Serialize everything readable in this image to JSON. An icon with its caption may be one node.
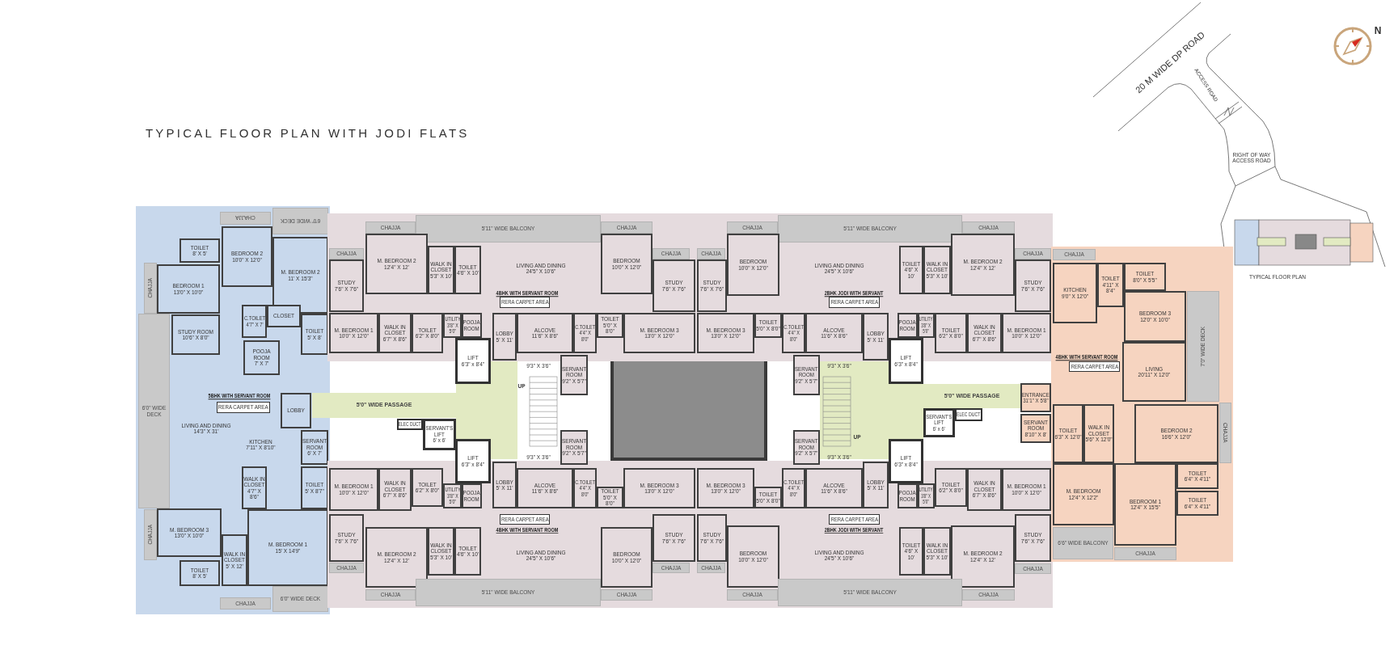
{
  "diagram": {
    "title": "TYPICAL FLOOR PLAN WITH JODI FLATS",
    "nodes": [
      {
        "text": [
          "5BHK WITH SERVANT ROOM"
        ]
      },
      {
        "text": [
          "RERA CARPET AREA"
        ],
        "in": 0
      },
      {
        "text": [
          "CHAJJA"
        ],
        "in": 0
      },
      {
        "text": [
          "6'0\" WIDE DECK"
        ],
        "in": 0
      },
      {
        "text": [
          "TOILET",
          "8' X 5'"
        ],
        "in": 0
      },
      {
        "text": [
          "BEDROOM 2",
          "10'0\" X 12'0\""
        ],
        "in": 0
      },
      {
        "text": [
          "M. BEDROOM 2",
          "11' X 15'3\""
        ],
        "in": 0
      },
      {
        "text": [
          "CHAJJA"
        ],
        "in": 0
      },
      {
        "text": [
          "BEDROOM 1",
          "13'0\" X 10'0\""
        ],
        "in": 0
      },
      {
        "text": [
          "C.TOILET",
          "4'7\" X 7'"
        ],
        "in": 0
      },
      {
        "text": [
          "CLOSET"
        ],
        "in": 0
      },
      {
        "text": [
          "TOILET",
          "5' X 8'"
        ],
        "in": 0
      },
      {
        "text": [
          "STUDY ROOM",
          "10'6\" X 8'0\""
        ],
        "in": 0
      },
      {
        "text": [
          "6'0\" WIDE DECK"
        ],
        "in": 0
      },
      {
        "text": [
          "POOJA ROOM",
          "7' X 7'"
        ],
        "in": 0
      },
      {
        "text": [
          "LIVING AND DINING",
          "14'3\" X 31'"
        ],
        "in": 0
      },
      {
        "text": [
          "LOBBY"
        ],
        "in": 0
      },
      {
        "text": [
          "KITCHEN",
          "7'11\" X 8'10\""
        ],
        "in": 0
      },
      {
        "text": [
          "SERVANT ROOM",
          "6' X 7'"
        ],
        "in": 0
      },
      {
        "text": [
          "WALK IN CLOSET",
          "4'7\" X 8'6\""
        ],
        "in": 0
      },
      {
        "text": [
          "TOILET",
          "5' X 8'7\""
        ],
        "in": 0
      },
      {
        "text": [
          "CHAJJA"
        ],
        "in": 0
      },
      {
        "text": [
          "M. BEDROOM 3",
          "13'0\" X 10'0\""
        ],
        "in": 0
      },
      {
        "text": [
          "WALK IN CLOSET",
          "5' X 12'"
        ],
        "in": 0
      },
      {
        "text": [
          "M. BEDROOM 1",
          "15' X 14'9\""
        ],
        "in": 0
      },
      {
        "text": [
          "TOILET",
          "8' X 5'"
        ],
        "in": 0
      },
      {
        "text": [
          "CHAJJA"
        ],
        "in": 0
      },
      {
        "text": [
          "6'0\" WIDE DECK"
        ],
        "in": 0
      },
      {
        "text": [
          "4BHK WITH SERVANT ROOM"
        ]
      },
      {
        "text": [
          "RERA CARPET AREA"
        ],
        "in": 28
      },
      {
        "text": [
          "CHAJJA"
        ],
        "in": 28
      },
      {
        "text": [
          "5'11\" WIDE BALCONY"
        ],
        "in": 28
      },
      {
        "text": [
          "CHAJJA"
        ],
        "in": 28
      },
      {
        "text": [
          "CHAJJA"
        ],
        "in": 28
      },
      {
        "text": [
          "STUDY",
          "7'6\" X 7'6\""
        ],
        "in": 28
      },
      {
        "text": [
          "M. BEDROOM 2",
          "12'4\" X 12'"
        ],
        "in": 28
      },
      {
        "text": [
          "WALK IN CLOSET",
          "5'3\" X 10'"
        ],
        "in": 28
      },
      {
        "text": [
          "TOILET",
          "4'6\" X 10'"
        ],
        "in": 28
      },
      {
        "text": [
          "LIVING AND DINING",
          "24'5\" X 10'6\""
        ],
        "in": 28
      },
      {
        "text": [
          "BEDROOM",
          "10'0\" X 12'0\""
        ],
        "in": 28
      },
      {
        "text": [
          "CHAJJA"
        ],
        "in": 28
      },
      {
        "text": [
          "STUDY",
          "7'6\" X 7'6\""
        ],
        "in": 28
      },
      {
        "text": [
          "M. BEDROOM 1",
          "10'0\" X 12'0\""
        ],
        "in": 28
      },
      {
        "text": [
          "WALK IN CLOSET",
          "6'7\" X 8'6\""
        ],
        "in": 28
      },
      {
        "text": [
          "TOILET",
          "6'2\" X 8'0\""
        ],
        "in": 28
      },
      {
        "text": [
          "UTILITY",
          "3'8\" X 5'0\""
        ],
        "in": 28
      },
      {
        "text": [
          "POOJA ROOM"
        ],
        "in": 28
      },
      {
        "text": [
          "LOBBY",
          "5' X 11'"
        ],
        "in": 28
      },
      {
        "text": [
          "ALCOVE",
          "11'6\" X 8'6\""
        ],
        "in": 28
      },
      {
        "text": [
          "C.TOILET",
          "4'4\" X 8'0\""
        ],
        "in": 28
      },
      {
        "text": [
          "TOILET",
          "5'0\" X 8'0\""
        ],
        "in": 28
      },
      {
        "text": [
          "M. BEDROOM 3",
          "13'0\" X 12'0\""
        ],
        "in": 28
      },
      {
        "text": [
          "LIFT",
          "6'3\" x 8'4\""
        ]
      },
      {
        "text": [
          "SERVANT ROOM",
          "9'2\" X 5'7\""
        ]
      },
      {
        "text": [
          "5'0\" WIDE PASSAGE"
        ]
      },
      {
        "text": [
          "ELEC DUCT"
        ]
      },
      {
        "text": [
          "SERVANT'S LIFT",
          "6' x 6'"
        ]
      },
      {
        "text": [
          "LIFT",
          "6'3\" x 8'4\""
        ]
      },
      {
        "text": [
          "SERVANT ROOM",
          "9'2\" X 5'7\""
        ]
      },
      {
        "text": [
          "4BHK WITH SERVANT ROOM"
        ]
      },
      {
        "text": [
          "RERA CARPET AREA"
        ],
        "in": 59
      },
      {
        "text": [
          "M. BEDROOM 1",
          "10'0\" X 12'0\""
        ],
        "in": 59
      },
      {
        "text": [
          "WALK IN CLOSET",
          "6'7\" X 8'6\""
        ],
        "in": 59
      },
      {
        "text": [
          "TOILET",
          "6'2\" X 8'0\""
        ],
        "in": 59
      },
      {
        "text": [
          "UTILITY",
          "3'8\" X 5'0\""
        ],
        "in": 59
      },
      {
        "text": [
          "POOJA ROOM"
        ],
        "in": 59
      },
      {
        "text": [
          "LOBBY",
          "5' X 11'"
        ],
        "in": 59
      },
      {
        "text": [
          "ALCOVE",
          "11'6\" X 8'6\""
        ],
        "in": 59
      },
      {
        "text": [
          "C.TOILET",
          "4'4\" X 8'0\""
        ],
        "in": 59
      },
      {
        "text": [
          "TOILET",
          "5'0\" X 8'0\""
        ],
        "in": 59
      },
      {
        "text": [
          "M. BEDROOM 3",
          "13'0\" X 12'0\""
        ],
        "in": 59
      },
      {
        "text": [
          "STUDY",
          "7'6\" X 7'6\""
        ],
        "in": 59
      },
      {
        "text": [
          "M. BEDROOM 2",
          "12'4\" X 12'"
        ],
        "in": 59
      },
      {
        "text": [
          "WALK IN CLOSET",
          "5'3\" X 10'"
        ],
        "in": 59
      },
      {
        "text": [
          "TOILET",
          "4'6\" X 10'"
        ],
        "in": 59
      },
      {
        "text": [
          "LIVING AND DINING",
          "24'5\" X 10'6\""
        ],
        "in": 59
      },
      {
        "text": [
          "BEDROOM",
          "10'0\" X 12'0\""
        ],
        "in": 59
      },
      {
        "text": [
          "STUDY",
          "7'6\" X 7'6\""
        ],
        "in": 59
      },
      {
        "text": [
          "CHAJJA"
        ],
        "in": 59
      },
      {
        "text": [
          "CHAJJA"
        ],
        "in": 59
      },
      {
        "text": [
          "CHAJJA"
        ],
        "in": 59
      },
      {
        "text": [
          "5'11\" WIDE BALCONY"
        ],
        "in": 59
      },
      {
        "text": [
          "CHAJJA"
        ],
        "in": 59
      },
      {
        "text": [
          "2BHK JODI WITH SERVANT"
        ]
      },
      {
        "text": [
          "RERA CARPET AREA"
        ],
        "in": 83
      },
      {
        "text": [
          "CHAJJA"
        ],
        "in": 83
      },
      {
        "text": [
          "5'11\" WIDE BALCONY"
        ],
        "in": 83
      },
      {
        "text": [
          "CHAJJA"
        ],
        "in": 83
      },
      {
        "text": [
          "CHAJJA"
        ],
        "in": 83
      },
      {
        "text": [
          "STUDY",
          "7'6\" X 7'6\""
        ],
        "in": 83
      },
      {
        "text": [
          "BEDROOM",
          "10'0\" X 12'0\""
        ],
        "in": 83
      },
      {
        "text": [
          "LIVING AND DINING",
          "24'5\" X 10'6\""
        ],
        "in": 83
      },
      {
        "text": [
          "TOILET",
          "4'6\" X 10'"
        ],
        "in": 83
      },
      {
        "text": [
          "WALK IN CLOSET",
          "5'3\" X 10'"
        ],
        "in": 83
      },
      {
        "text": [
          "M. BEDROOM 2",
          "12'4\" X 12'"
        ],
        "in": 83
      },
      {
        "text": [
          "CHAJJA"
        ],
        "in": 83
      },
      {
        "text": [
          "STUDY",
          "7'6\" X 7'6\""
        ],
        "in": 83
      },
      {
        "text": [
          "M. BEDROOM 3",
          "13'0\" X 12'0\""
        ],
        "in": 83
      },
      {
        "text": [
          "TOILET",
          "5'0\" X 8'0\""
        ],
        "in": 83
      },
      {
        "text": [
          "C.TOILET",
          "4'4\" X 8'0\""
        ],
        "in": 83
      },
      {
        "text": [
          "ALCOVE",
          "11'6\" X 8'6\""
        ],
        "in": 83
      },
      {
        "text": [
          "LOBBY",
          "5' X 11'"
        ],
        "in": 83
      },
      {
        "text": [
          "POOJA ROOM"
        ],
        "in": 83
      },
      {
        "text": [
          "UTILITY",
          "3'8\" X 5'0\""
        ],
        "in": 83
      },
      {
        "text": [
          "TOILET",
          "6'2\" X 8'0\""
        ],
        "in": 83
      },
      {
        "text": [
          "WALK IN CLOSET",
          "6'7\" X 8'6\""
        ],
        "in": 83
      },
      {
        "text": [
          "M. BEDROOM 1",
          "10'0\" X 12'0\""
        ],
        "in": 83
      },
      {
        "text": [
          "SERVANT ROOM",
          "9'2\" X 5'7\""
        ]
      },
      {
        "text": [
          "LIFT",
          "6'3\" x 8'4\""
        ]
      },
      {
        "text": [
          "5'0\" WIDE PASSAGE"
        ]
      },
      {
        "text": [
          "SERVANT'S LIFT",
          "6' x 6'"
        ]
      },
      {
        "text": [
          "ELEC DUCT"
        ]
      },
      {
        "text": [
          "LIFT",
          "6'3\" x 8'4\""
        ]
      },
      {
        "text": [
          "SERVANT ROOM",
          "9'2\" X 5'7\""
        ]
      },
      {
        "text": [
          "2BHK JODI WITH SERVANT"
        ]
      },
      {
        "text": [
          "RERA CARPET AREA"
        ],
        "in": 114
      },
      {
        "text": [
          "M. BEDROOM 3",
          "13'0\" X 12'0\""
        ],
        "in": 114
      },
      {
        "text": [
          "TOILET",
          "5'0\" X 8'0\""
        ],
        "in": 114
      },
      {
        "text": [
          "C.TOILET",
          "4'4\" X 8'0\""
        ],
        "in": 114
      },
      {
        "text": [
          "ALCOVE",
          "11'6\" X 8'6\""
        ],
        "in": 114
      },
      {
        "text": [
          "LOBBY",
          "5' X 11'"
        ],
        "in": 114
      },
      {
        "text": [
          "POOJA ROOM"
        ],
        "in": 114
      },
      {
        "text": [
          "UTILITY",
          "3'8\" X 5'0\""
        ],
        "in": 114
      },
      {
        "text": [
          "TOILET",
          "6'2\" X 8'0\""
        ],
        "in": 114
      },
      {
        "text": [
          "WALK IN CLOSET",
          "6'7\" X 8'6\""
        ],
        "in": 114
      },
      {
        "text": [
          "M. BEDROOM 1",
          "10'0\" X 12'0\""
        ],
        "in": 114
      },
      {
        "text": [
          "STUDY",
          "7'6\" X 7'6\""
        ],
        "in": 114
      },
      {
        "text": [
          "BEDROOM",
          "10'0\" X 12'0\""
        ],
        "in": 114
      },
      {
        "text": [
          "LIVING AND DINING",
          "24'5\" X 10'6\""
        ],
        "in": 114
      },
      {
        "text": [
          "TOILET",
          "4'6\" X 10'"
        ],
        "in": 114
      },
      {
        "text": [
          "WALK IN CLOSET",
          "5'3\" X 10'"
        ],
        "in": 114
      },
      {
        "text": [
          "M. BEDROOM 2",
          "12'4\" X 12'"
        ],
        "in": 114
      },
      {
        "text": [
          "STUDY",
          "7'6\" X 7'6\""
        ],
        "in": 114
      },
      {
        "text": [
          "CHAJJA"
        ],
        "in": 114
      },
      {
        "text": [
          "CHAJJA"
        ],
        "in": 114
      },
      {
        "text": [
          "CHAJJA"
        ],
        "in": 114
      },
      {
        "text": [
          "5'11\" WIDE BALCONY"
        ],
        "in": 114
      },
      {
        "text": [
          "CHAJJA"
        ],
        "in": 114
      },
      {
        "text": [
          "ENTRANCE",
          "31'1\" X 5'8\""
        ]
      },
      {
        "text": [
          "SERVANT ROOM",
          "8'10\" X 8'"
        ]
      },
      {
        "text": [
          "4BHK WITH SERVANT ROOM"
        ]
      },
      {
        "text": [
          "RERA CARPET AREA"
        ],
        "in": 140
      },
      {
        "text": [
          "CHAJJA"
        ],
        "in": 140
      },
      {
        "text": [
          "KITCHEN",
          "9'0\" X 12'0\""
        ],
        "in": 140
      },
      {
        "text": [
          "TOILET",
          "4'11\" X 8'4\""
        ],
        "in": 140
      },
      {
        "text": [
          "TOILET",
          "8'0\" X 5'5\""
        ],
        "in": 140
      },
      {
        "text": [
          "BEDROOM 3",
          "12'0\" X 10'0\""
        ],
        "in": 140
      },
      {
        "text": [
          "LIVING",
          "20'11\" X 12'0\""
        ],
        "in": 140
      },
      {
        "text": [
          "7'0\" WIDE DECK"
        ],
        "in": 140
      },
      {
        "text": [
          "TOILET",
          "6'3\" X 12'0\""
        ],
        "in": 140
      },
      {
        "text": [
          "WALK IN CLOSET",
          "5'6\" X 12'0\""
        ],
        "in": 140
      },
      {
        "text": [
          "BEDROOM 2",
          "16'6\" X 12'0\""
        ],
        "in": 140
      },
      {
        "text": [
          "CHAJJA"
        ],
        "in": 140
      },
      {
        "text": [
          "M. BEDROOM",
          "12'4\" X 12'2\""
        ],
        "in": 140
      },
      {
        "text": [
          "BEDROOM 1",
          "12'4\" X 15'5\""
        ],
        "in": 140
      },
      {
        "text": [
          "TOILET",
          "6'4\" X 4'11\""
        ],
        "in": 140
      },
      {
        "text": [
          "TOILET",
          "6'4\" X 4'11\""
        ],
        "in": 140
      },
      {
        "text": [
          "6'6\" WIDE BALCONY"
        ],
        "in": 140
      },
      {
        "text": [
          "CHAJJA"
        ],
        "in": 140
      }
    ],
    "labels": [
      "20 M WIDE DP ROAD",
      "N",
      "ACCESS ROAD",
      "RIGHT OF WAY ACCESS ROAD",
      "TYPICAL FLOOR PLAN",
      "9'3\" X 3'6\"",
      "9'3\" X 3'6\"",
      "UP",
      "UP",
      "9'3\" X 3'6\"",
      "9'3\" X 3'6\""
    ]
  }
}
